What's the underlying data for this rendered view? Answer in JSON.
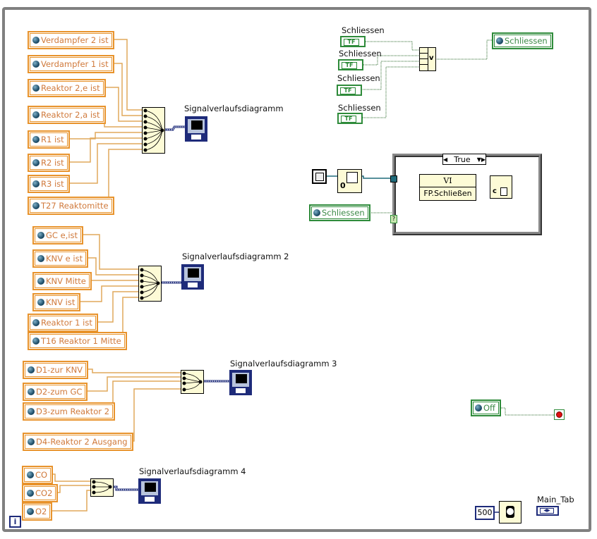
{
  "window": {
    "type": "LabVIEW block diagram"
  },
  "group1": {
    "inputs": [
      "Verdampfer 2 ist",
      "Verdampfer 1 ist",
      "Reaktor 2,e ist",
      "Reaktor 2,a ist",
      "R1 ist",
      "R2 ist",
      "R3 ist",
      "T27 Reaktomitte"
    ],
    "chart_label": "Signalverlaufsdiagramm"
  },
  "group2": {
    "inputs": [
      "GC e,ist",
      "KNV e ist",
      "KNV Mitte",
      "KNV ist",
      "Reaktor 1 ist",
      "T16 Reaktor 1 Mitte"
    ],
    "chart_label": "Signalverlaufsdiagramm 2"
  },
  "group3": {
    "inputs": [
      "D1-zur KNV",
      "D2-zum GC",
      "D3-zum Reaktor 2",
      "D4-Reaktor 2 Ausgang"
    ],
    "chart_label": "Signalverlaufsdiagramm 3"
  },
  "group4": {
    "inputs": [
      "CO",
      "CO2",
      "O2"
    ],
    "chart_label": "Signalverlaufsdiagramm 4"
  },
  "boolean_logic": {
    "inputs": [
      "Schliessen",
      "Schliessen",
      "Schliessen",
      "Schliessen"
    ],
    "tf_glyph": "TF",
    "or_glyph": "v",
    "output": "Schliessen"
  },
  "case_structure": {
    "selector": "True",
    "invoke_node_title": "VI",
    "invoke_node_method": "FP.Schließen",
    "condition_input": "Schliessen",
    "selector_glyph": "?",
    "const_glyph": "0",
    "close_ref_glyph": "c"
  },
  "stop": {
    "input": "Off"
  },
  "wait": {
    "value": "500"
  },
  "tab": {
    "label": "Main_Tab"
  },
  "loop_iteration": "i"
}
